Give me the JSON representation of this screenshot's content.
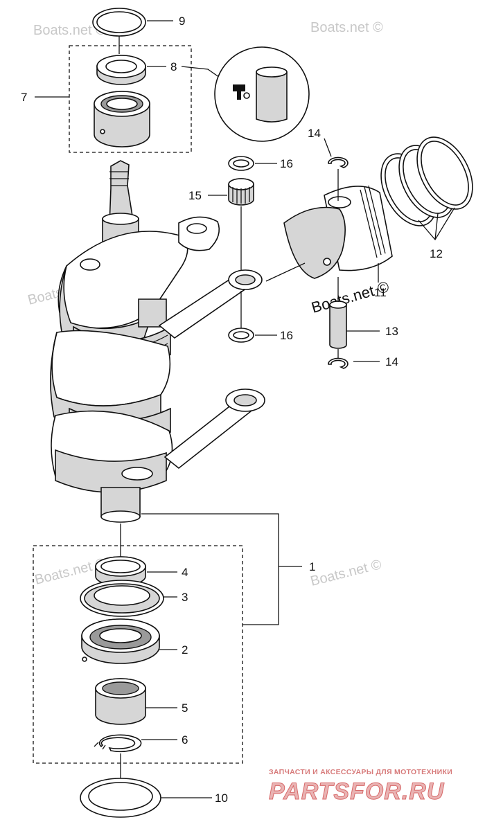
{
  "callouts": {
    "c1": "1",
    "c2": "2",
    "c3": "3",
    "c4": "4",
    "c5": "5",
    "c6": "6",
    "c7": "7",
    "c8": "8",
    "c9": "9",
    "c10": "10",
    "c11": "11",
    "c12": "12",
    "c13": "13",
    "c14a": "14",
    "c14b": "14",
    "c15": "15",
    "c16a": "16",
    "c16b": "16"
  },
  "watermarks": {
    "w1": "Boats.net ©",
    "w2": "Boats.net ©",
    "w3": "Boats.net ©",
    "w4": "Boats.net ©",
    "w5": "Boats.net ©",
    "w6": "Boats.net ©"
  },
  "brand": {
    "tagline": "ЗАПЧАСТИ И АКСЕССУАРЫ ДЛЯ МОТОТЕХНИКИ",
    "logo_text": "PARTSFOR.RU",
    "logo_colors": {
      "main": "#e9b3b3",
      "accent": "#d86a6a"
    }
  }
}
